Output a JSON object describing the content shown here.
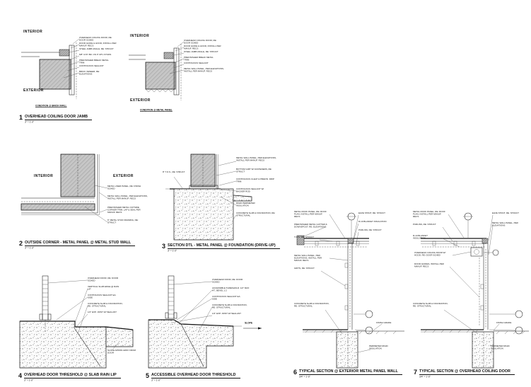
{
  "labels": {
    "interior": "INTERIOR",
    "exterior": "EXTERIOR",
    "slope": "SLOPE"
  },
  "details": [
    {
      "number": "1",
      "title": "OVERHEAD COILING DOOR JAMB",
      "scale": "3\" = 1'-0\"",
      "captions": [
        "CONDITION @ BRICK INFILL",
        "CONDITION @ METAL PANEL"
      ],
      "notes": [
        "OVERHEAD COILING DOOR, RE: DOOR SCHED",
        "DOOR GUIDE & HOOD, INSTALL PER MANUF. RECS",
        "STEEL JAMB ANGLE, RE: STRUCT",
        "5/8\" GYP. BD. ON 6\" MTL STUDS",
        "PREFINISHED BREAK METAL TRIM",
        "CONTINUOUS SEALANT",
        "BRICK VENEER, RE: ELEVATIONS",
        "OVERHEAD COILING DOOR, RE: DOOR SCHED",
        "DOOR GUIDE & HOOD, INSTALL PER MANUF. RECS",
        "STEEL JAMB ANGLE, RE: STRUCT",
        "PREFINISHED BREAK METAL TRIM",
        "CONTINUOUS SEALANT",
        "METAL WALL PANEL, PER ELEVATIONS, INSTALL PER MANUF. RECS"
      ]
    },
    {
      "number": "2",
      "title": "OUTSIDE CORNER - METAL PANEL @ METAL STUD WALL",
      "scale": "3\" = 1'-0\"",
      "notes": [
        "METAL LINER PANEL, RE: FINISH SCHED",
        "METAL WALL PANEL, PER ELEVATIONS, INSTALL PER MANUF. RECS",
        "PREFINISHED METAL OUTSIDE CORNER TRIM, LAP & SEAL PER MANUF. RECS",
        "6\" METAL STUD FRAMING, RE: STRUCT"
      ]
    },
    {
      "number": "3",
      "title": "SECTION DTL - METAL PANEL @ FOUNDATION (DRIVE-UP)",
      "scale": "3\" = 1'-0\"",
      "notes": [
        "8\" T.O.S., RE: STRUCT",
        "METAL WALL PANEL, PER ELEVATIONS, INSTALL PER MANUF. RECS",
        "BOTTOM GIRT W/ FASTENERS, RE: STRUCT",
        "CONTINUOUS CLEAT & PREFIN. DRIP TRIM",
        "CONTINUOUS SEALANT W/ BACKER ROD",
        "RIGID PERIMETER INSULATION",
        "CONCRETE SLAB & FOUNDATION, RE: STRUCTURAL"
      ]
    },
    {
      "number": "4",
      "title": "OVERHEAD DOOR THRESHOLD @ SLAB RAIN LIP",
      "scale": "3\" = 1'-0\"",
      "notes": [
        "OVERHEAD DOOR, RE: DOOR SCHED",
        "VERTICAL SLAB EDGE @ RAIN LIP",
        "CONTINUOUS SEALANT EA. SIDE",
        "CONCRETE SLAB & FOUNDATION, RE: STRUCTURAL",
        "1/2\" EXP. JOINT W/ SEALANT",
        "SLOPE APRON AWAY FROM DOOR"
      ]
    },
    {
      "number": "5",
      "title": "ACCESSIBLE OVERHEAD DOOR THRESHOLD",
      "scale": "3\" = 1'-0\"",
      "notes": [
        "OVERHEAD DOOR, RE: DOOR SCHED",
        "ACCESSIBLE THRESHOLD: 1/2\" MAX HT., BEVEL 1:2",
        "CONTINUOUS SEALANT EA. SIDE",
        "CONCRETE SLAB & FOUNDATION, RE: STRUCTURAL",
        "1/2\" EXP. JOINT W/ SEALANT"
      ]
    },
    {
      "number": "6",
      "title": "TYPICAL SECTION @ EXTERIOR METAL PANEL WALL",
      "scale": "3/4\" = 1'-0\"",
      "notes": [
        "METAL ROOF PANEL, RE: ROOF PLAN, INSTALL PER MANUF. RECS",
        "PURLINS, RE: STRUCT",
        "PREFINISHED METAL GUTTER & DOWNSPOUT, RE: ELEVATIONS",
        "T.O.S., RE: STRUCT",
        "EAVE STRUT, RE: STRUCT",
        "R-19 BLANKET INSULATION",
        "METAL WALL PANEL, PER ELEVATIONS, INSTALL PER MANUF. RECS",
        "GIRTS, RE: STRUCT",
        "CONCRETE SLAB & FOUNDATION, RE: STRUCTURAL",
        "FINISH GRADE",
        "PERIMETER RIGID INSULATION"
      ]
    },
    {
      "number": "7",
      "title": "TYPICAL SECTION @ OVERHEAD COILING DOOR",
      "scale": "3/4\" = 1'-0\"",
      "notes": [
        "METAL ROOF PANEL, RE: ROOF PLAN, INSTALL PER MANUF. RECS",
        "PURLINS, RE: STRUCT",
        "EAVE STRUT, RE: STRUCT",
        "R-19 BLANKET INSULATION",
        "OVERHEAD COILING DOOR W/ HOOD, RE: DOOR SCHED",
        "DOOR GUIDES, INSTALL PER MANUF. RECS",
        "METAL WALL PANEL, PER ELEVATIONS",
        "CONCRETE SLAB & FOUNDATION, RE: STRUCTURAL",
        "FINISH GRADE",
        "PERIMETER RIGID INSULATION"
      ]
    }
  ]
}
